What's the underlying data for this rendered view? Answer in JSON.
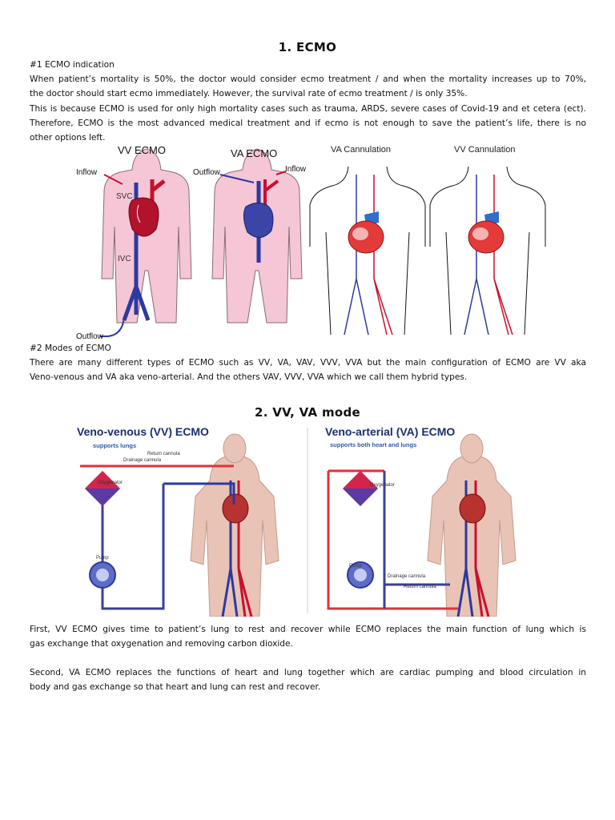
{
  "section1": {
    "heading": "1. ECMO",
    "indication_label": "#1 ECMO indication",
    "lines": [
      "When patient’s mortality is 50%, the doctor would consider ecmo treatment / and when the mortality increases up to 70%,",
      "the doctor should start ecmo immediately. However, the survival rate of ecmo treatment / is only 35%.",
      "This is because ECMO is used for only high mortality cases such as trauma, ARDS, severe cases of Covid-19 and et cetera (ect).",
      "Therefore, ECMO is the most advanced medical treatment and if ecmo is not enough to save the patient’s life, there is no",
      "other options left."
    ]
  },
  "figure1": {
    "vv_title": "VV ECMO",
    "va_title": "VA ECMO",
    "inflow_left": "Inflow",
    "outflow_left": "Outflow",
    "svc": "SVC",
    "ivc": "IVC",
    "outflow_mid": "Outflow",
    "inflow_mid": "Inflow",
    "va_cannulation": "VA Cannulation",
    "vv_cannulation": "VV Cannulation"
  },
  "modes": {
    "label": "#2 Modes of ECMO",
    "lines": [
      "There are many different types of ECMO such as VV, VA, VAV, VVV, VVA but the main configuration of ECMO are VV aka",
      "Veno-venous and VA aka veno-arterial. And the others VAV, VVV, VVA which we call them hybrid types."
    ]
  },
  "section2": {
    "heading": "2. VV, VA mode",
    "p1_lines": [
      "First, VV ECMO gives time to patient’s lung to rest and recover while ECMO replaces the main function of lung which is",
      "gas exchange that oxygenation and removing carbon dioxide."
    ],
    "p2_lines": [
      "Second, VA ECMO replaces the functions of heart and lung together which are cardiac pumping and blood circulation in",
      "body and gas exchange so that heart and lung can rest and recover."
    ]
  },
  "figure2": {
    "vv_title": "Veno-venous (VV) ECMO",
    "vv_subtitle": "supports lungs",
    "vv_return": "Return cannula",
    "vv_drainage": "Drainage cannula",
    "vv_oxygenator": "Oxygenator",
    "vv_pump": "Pump",
    "va_title": "Veno-arterial (VA) ECMO",
    "va_subtitle": "supports both  heart and lungs",
    "va_oxygenator": "Oxygenator",
    "va_pump": "Pump",
    "va_drainage": "Drainage cannula",
    "va_return": "Return cannula"
  },
  "colors": {
    "vein": "#2b3a9e",
    "artery": "#c8102e",
    "skin_pink": "#f5c6d6",
    "title_navy": "#1b2f6b",
    "subtitle_blue": "#2d5aa8"
  }
}
